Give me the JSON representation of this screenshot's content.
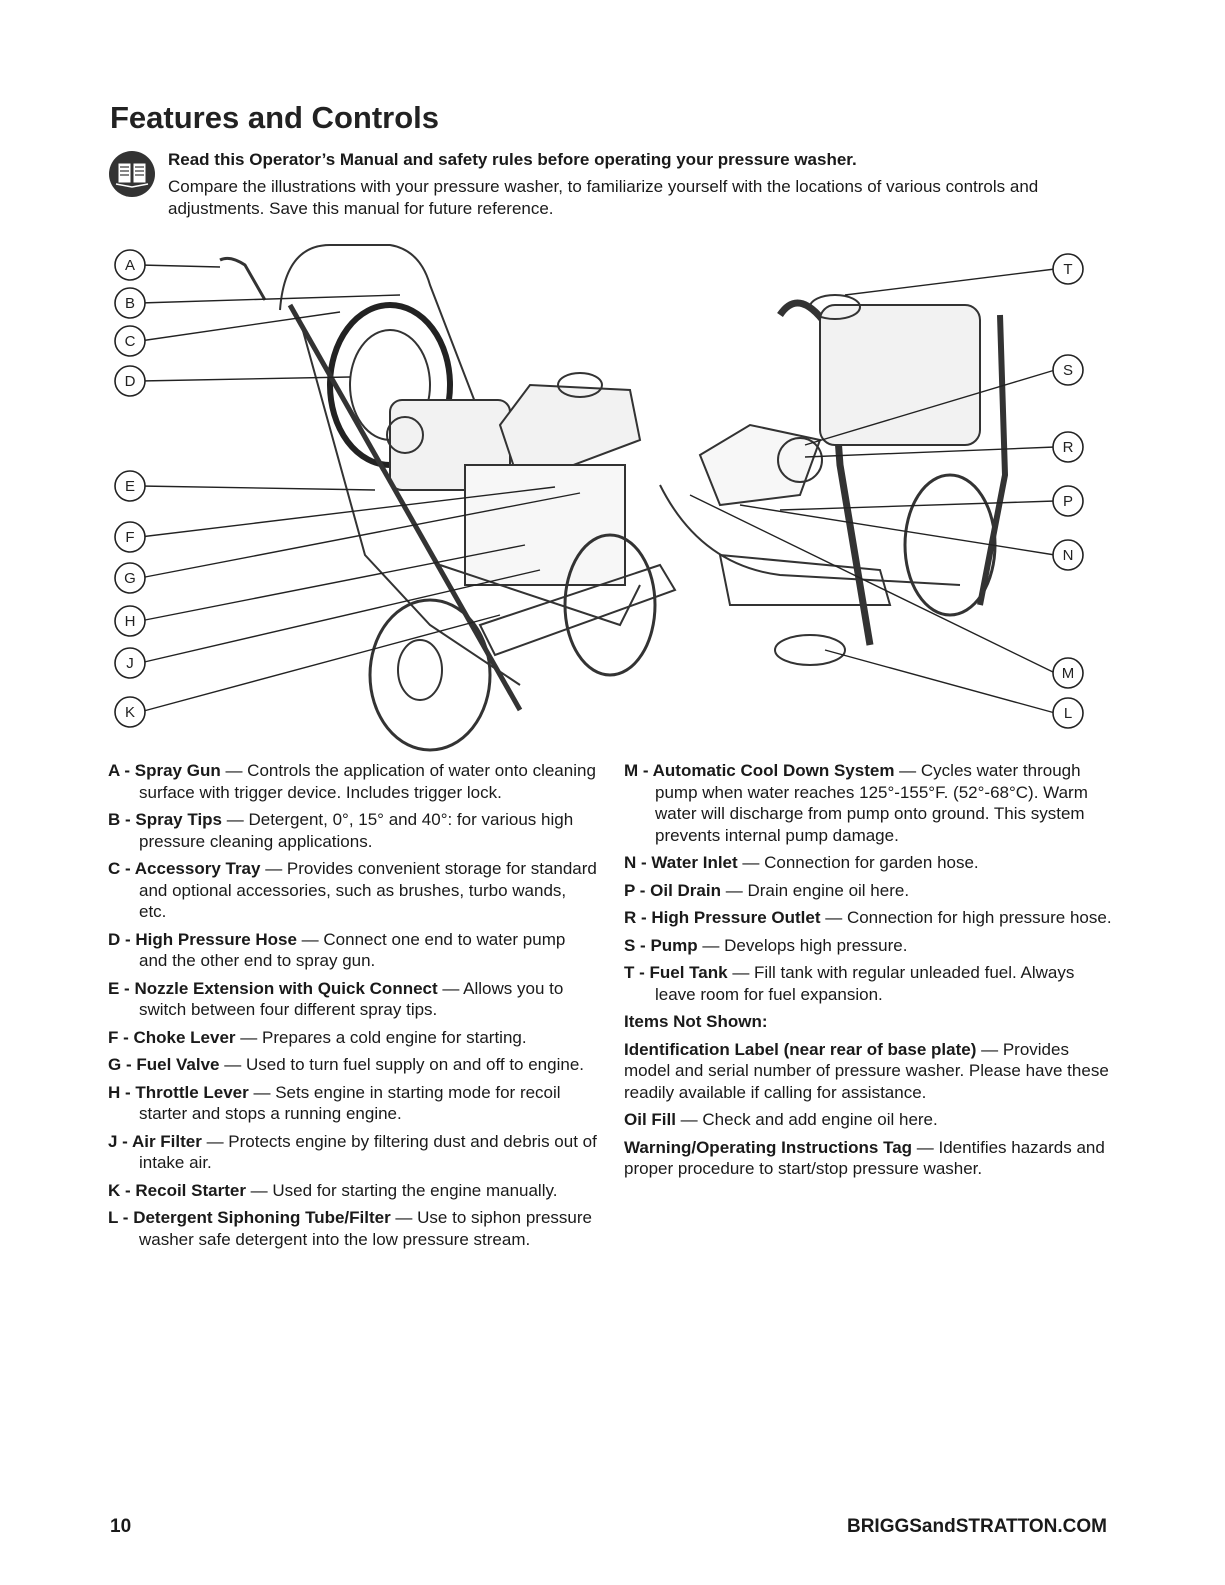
{
  "page": {
    "title": "Features and Controls",
    "intro_bold": "Read this Operator’s Manual and safety rules before operating your pressure washer.",
    "intro_text": "Compare the illustrations with your pressure washer, to familiarize yourself with the locations of various controls and adjustments. Save this manual for future reference."
  },
  "icons": {
    "manual": "book-icon"
  },
  "callouts": [
    "A",
    "B",
    "C",
    "D",
    "E",
    "F",
    "G",
    "H",
    "J",
    "K",
    "T",
    "S",
    "R",
    "P",
    "N",
    "M",
    "L"
  ],
  "left_items": [
    {
      "letter": "A - ",
      "name": "Spray Gun",
      "desc": " — Controls the application of water onto cleaning surface with trigger device. Includes trigger lock."
    },
    {
      "letter": "B - ",
      "name": "Spray Tips",
      "desc": " — Detergent, 0°, 15° and 40°: for various high pressure cleaning applications."
    },
    {
      "letter": "C - ",
      "name": "Accessory Tray",
      "desc": " — Provides convenient storage for standard and optional accessories, such as brushes, turbo wands, etc."
    },
    {
      "letter": "D - ",
      "name": "High Pressure Hose",
      "desc": " — Connect one end to water pump and the other end to spray gun."
    },
    {
      "letter": "E - ",
      "name": "Nozzle Extension with Quick Connect",
      "desc": " — Allows you to switch between four different spray tips."
    },
    {
      "letter": "F - ",
      "name": "Choke Lever",
      "desc": " — Prepares a cold engine for starting."
    },
    {
      "letter": "G - ",
      "name": "Fuel Valve",
      "desc": " — Used to turn fuel supply on and off to engine."
    },
    {
      "letter": "H - ",
      "name": "Throttle Lever",
      "desc": " — Sets engine in starting mode for recoil starter and stops a running engine."
    },
    {
      "letter": "J - ",
      "name": "Air Filter",
      "desc": " — Protects engine by filtering dust and debris out of intake air."
    },
    {
      "letter": "K - ",
      "name": "Recoil Starter",
      "desc": " — Used for starting the engine manually."
    },
    {
      "letter": "L - ",
      "name": "Detergent Siphoning Tube/Filter",
      "desc": " — Use to siphon pressure washer safe detergent into the low pressure stream."
    }
  ],
  "right_items": [
    {
      "letter": "M - ",
      "name": "Automatic Cool Down System",
      "desc": " — Cycles water through pump when water reaches 125°-155°F. (52°-68°C). Warm water will discharge from pump onto ground. This system prevents internal pump damage."
    },
    {
      "letter": "N - ",
      "name": "Water Inlet",
      "desc": " — Connection for garden hose."
    },
    {
      "letter": "P - ",
      "name": "Oil Drain",
      "desc": " — Drain engine oil here."
    },
    {
      "letter": "R - ",
      "name": "High Pressure Outlet",
      "desc": " — Connection for high pressure hose."
    },
    {
      "letter": "S - ",
      "name": "Pump",
      "desc": " — Develops high pressure."
    },
    {
      "letter": "T - ",
      "name": "Fuel Tank",
      "desc": " — Fill tank with regular unleaded fuel. Always leave room for fuel expansion."
    }
  ],
  "not_shown_heading": "Items Not Shown:",
  "not_shown_items": [
    {
      "name": "Identification Label (near rear of base plate)",
      "desc": " — Provides model and serial number of pressure washer. Please have these readily available if calling for assistance."
    },
    {
      "name": "Oil Fill",
      "desc": " — Check and add engine oil here."
    },
    {
      "name": "Warning/Operating Instructions Tag",
      "desc": " — Identifies hazards and proper procedure to start/stop pressure washer."
    }
  ],
  "footer": {
    "page_number": "10",
    "website": "BRIGGSandSTRATTON.COM"
  }
}
